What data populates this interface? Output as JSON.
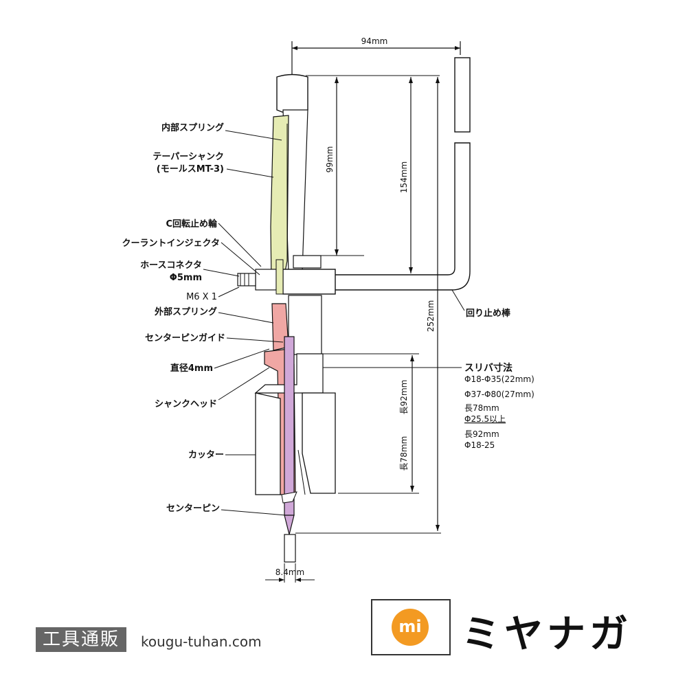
{
  "labels": {
    "inner_spring": "内部スプリング",
    "taper_shank_1": "テーパーシャンク",
    "taper_shank_2": "(モールスMT-3)",
    "rotation_stop_ring": "C回転止め輪",
    "coolant_injector": "クーラントインジェクタ",
    "hose_connector_1": "ホースコネクタ",
    "hose_connector_2": "Φ5mm",
    "m6x1": "M6 X 1",
    "outer_spring": "外部スプリング",
    "center_pin_guide": "センターピンガイド",
    "diameter_4mm": "直径4mm",
    "shank_head": "シャンクヘッド",
    "cutter": "カッター",
    "center_pin": "センターピン",
    "rotation_stop_arm": "回り止め棒",
    "cutter_spec_title": "スリバ寸法",
    "cutter_spec_1": "Φ18-Φ35(22mm)",
    "cutter_spec_2": "Φ37-Φ80(27mm)",
    "cutter_spec_3": "長78mm",
    "cutter_spec_4": "Φ25.5以上",
    "cutter_spec_5": "長92mm",
    "cutter_spec_6": "Φ18-25"
  },
  "dimensions": {
    "width_94": "94mm",
    "height_99": "99mm",
    "height_154": "154mm",
    "height_252": "252mm",
    "height_92": "長92mm",
    "height_78": "長78mm",
    "width_8_4": "8.4mm"
  },
  "footer": {
    "tag": "工具通販",
    "url": "kougu-tuhan.com",
    "logo_mark": "mi",
    "brand": "ミヤナガ"
  },
  "colors": {
    "shank_green": "#e6ecb4",
    "head_pink": "#f0a7a4",
    "pin_purple": "#d0a8d8",
    "logo_orange": "#f39a22"
  }
}
